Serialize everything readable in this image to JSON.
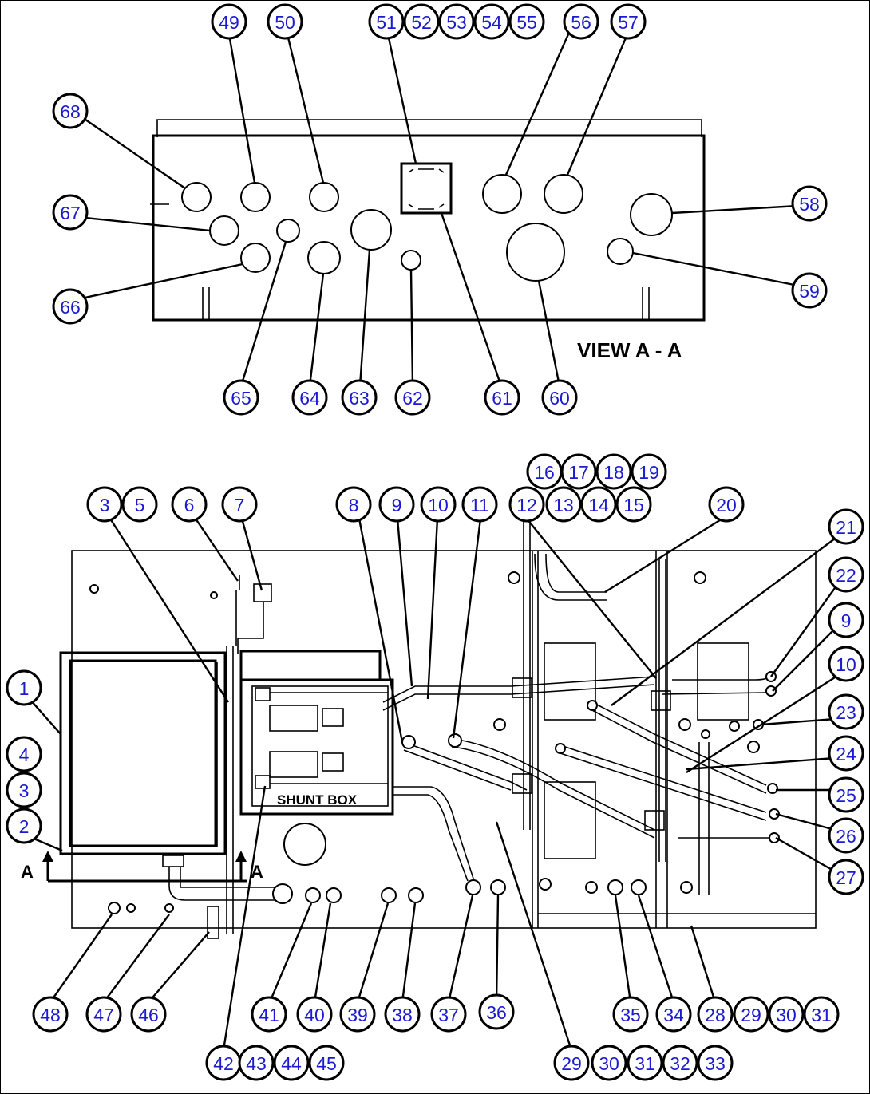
{
  "labels": {
    "view": "VIEW A - A",
    "shunt_box": "SHUNT BOX",
    "section_left": "A",
    "section_right": "A"
  },
  "callouts": [
    "1",
    "2",
    "3",
    "3",
    "4",
    "5",
    "6",
    "7",
    "8",
    "9",
    "9",
    "10",
    "10",
    "11",
    "12",
    "13",
    "14",
    "15",
    "16",
    "17",
    "18",
    "19",
    "20",
    "21",
    "22",
    "23",
    "24",
    "25",
    "26",
    "27",
    "28",
    "29",
    "29",
    "30",
    "30",
    "31",
    "31",
    "32",
    "33",
    "34",
    "35",
    "36",
    "37",
    "38",
    "39",
    "40",
    "41",
    "42",
    "43",
    "44",
    "45",
    "46",
    "47",
    "48",
    "49",
    "50",
    "51",
    "52",
    "53",
    "54",
    "55",
    "56",
    "57",
    "58",
    "59",
    "60",
    "61",
    "62",
    "63",
    "64",
    "65",
    "66",
    "67",
    "68"
  ],
  "colors": {
    "callout_text": "#1a1ad0",
    "line": "#000000"
  }
}
